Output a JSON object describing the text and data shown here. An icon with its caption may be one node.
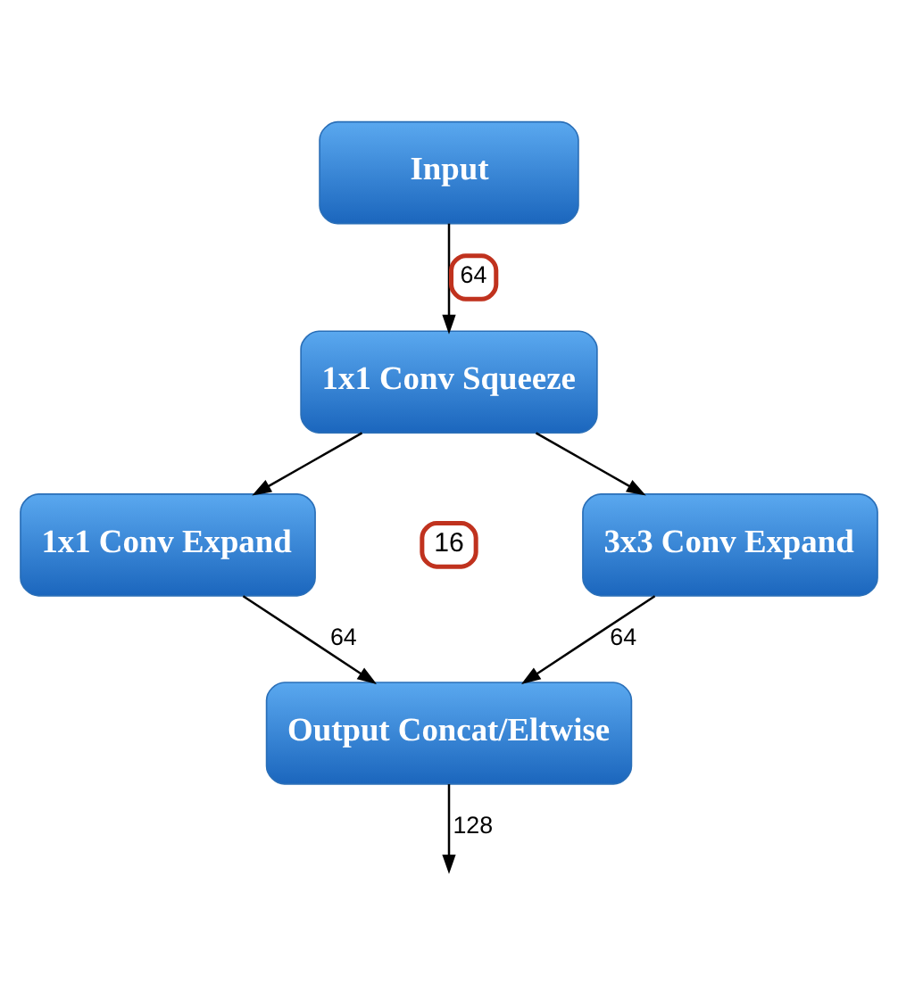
{
  "diagram": {
    "nodes": [
      {
        "text": [
          "Input"
        ]
      },
      {
        "text": [
          "1x1 Conv Squeeze"
        ],
        "beside": [
          "16"
        ]
      },
      {
        "text": [
          "1x1 Conv Expand"
        ]
      },
      {
        "text": [
          "3x3 Conv Expand"
        ]
      },
      {
        "text": [
          "Output Concat/Eltwise"
        ]
      }
    ],
    "edges": [
      {
        "from": 0,
        "to": 1,
        "arrow": "to",
        "label": "64"
      },
      {
        "from": 1,
        "to": 2,
        "arrow": "to"
      },
      {
        "from": 1,
        "to": 3,
        "arrow": "to"
      },
      {
        "from": 2,
        "to": 4,
        "arrow": "to",
        "label": "64"
      },
      {
        "from": 3,
        "to": 4,
        "arrow": "to",
        "label": "64"
      },
      {
        "from": 4,
        "to": null,
        "arrow": "to",
        "label": "128"
      }
    ]
  }
}
